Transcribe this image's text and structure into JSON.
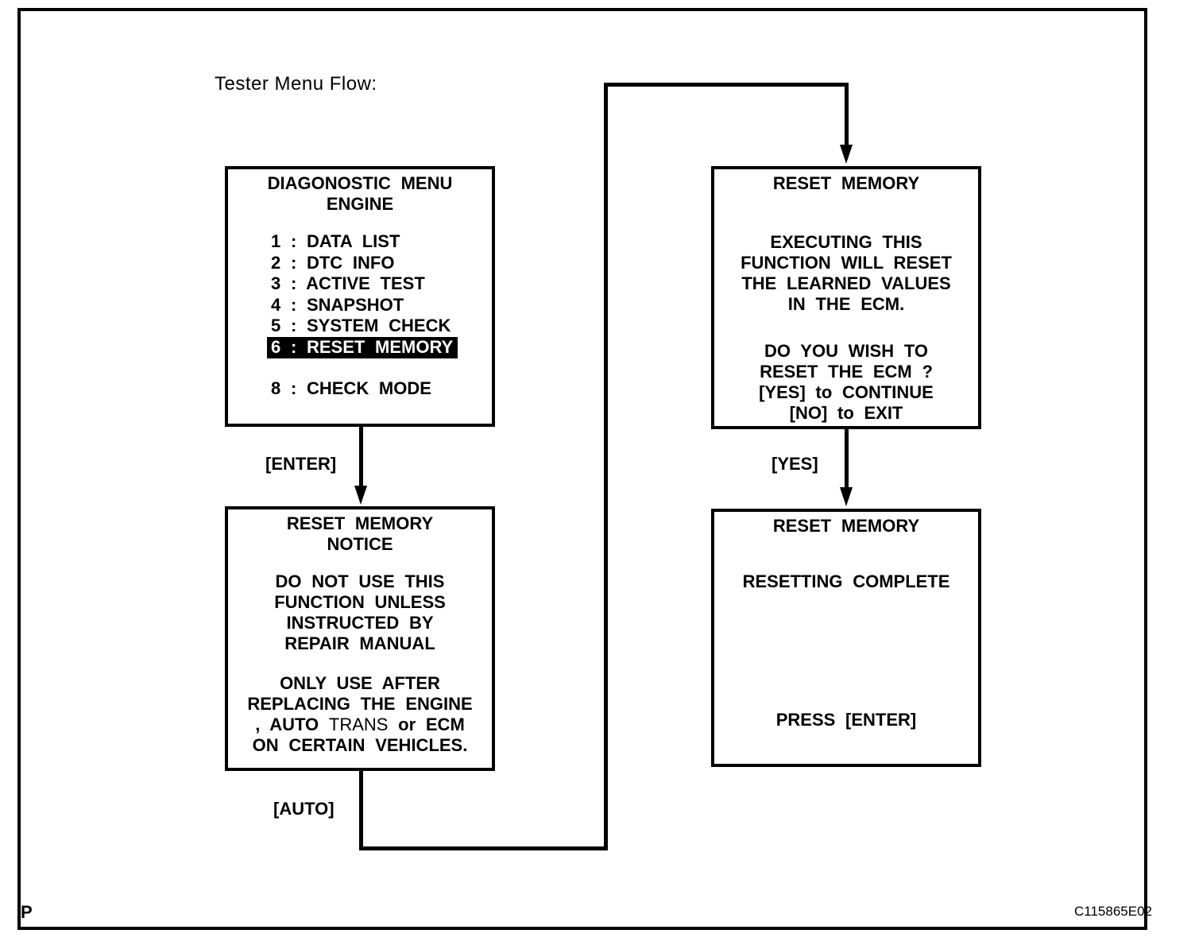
{
  "figure": {
    "title": "Tester Menu Flow:",
    "page_letter": "P",
    "figure_code": "C115865E02"
  },
  "screens": {
    "diagnostic_menu": {
      "title": "DIAGONOSTIC MENU",
      "subtitle": "ENGINE",
      "items": [
        {
          "label": "1 : DATA LIST",
          "highlighted": false
        },
        {
          "label": "2 : DTC INFO",
          "highlighted": false
        },
        {
          "label": "3 : ACTIVE TEST",
          "highlighted": false
        },
        {
          "label": "4 : SNAPSHOT",
          "highlighted": false
        },
        {
          "label": "5 : SYSTEM CHECK",
          "highlighted": false
        },
        {
          "label": "6 : RESET MEMORY",
          "highlighted": true
        },
        {
          "label": "8 : CHECK MODE",
          "highlighted": false
        }
      ]
    },
    "reset_memory_confirm": {
      "title": "RESET MEMORY",
      "paragraph1": [
        "EXECUTING THIS",
        "FUNCTION WILL RESET",
        "THE LEARNED VALUES",
        "IN THE ECM."
      ],
      "paragraph2": [
        "DO YOU WISH TO",
        "RESET THE ECM ?",
        "[YES] to CONTINUE",
        "[NO] to EXIT"
      ]
    },
    "reset_memory_notice": {
      "title": "RESET MEMORY",
      "subtitle": "NOTICE",
      "paragraph1": [
        "DO NOT USE THIS",
        "FUNCTION UNLESS",
        "INSTRUCTED BY",
        "REPAIR MANUAL"
      ],
      "paragraph2_line1": "ONLY USE AFTER",
      "paragraph2_line2": "REPLACING THE ENGINE",
      "paragraph2_line3_a": ", AUTO ",
      "paragraph2_line3_b": "TRANS",
      "paragraph2_line3_c": " or ECM",
      "paragraph2_line4": "ON CERTAIN VEHICLES."
    },
    "reset_memory_complete": {
      "title": "RESET MEMORY",
      "status": "RESETTING COMPLETE",
      "prompt": "PRESS [ENTER]"
    }
  },
  "arrow_labels": {
    "enter": "[ENTER]",
    "yes": "[YES]",
    "auto": "[AUTO]"
  },
  "colors": {
    "ink": "#000000",
    "paper": "#ffffff",
    "highlight_bg": "#000000",
    "highlight_text": "#ffffff"
  }
}
